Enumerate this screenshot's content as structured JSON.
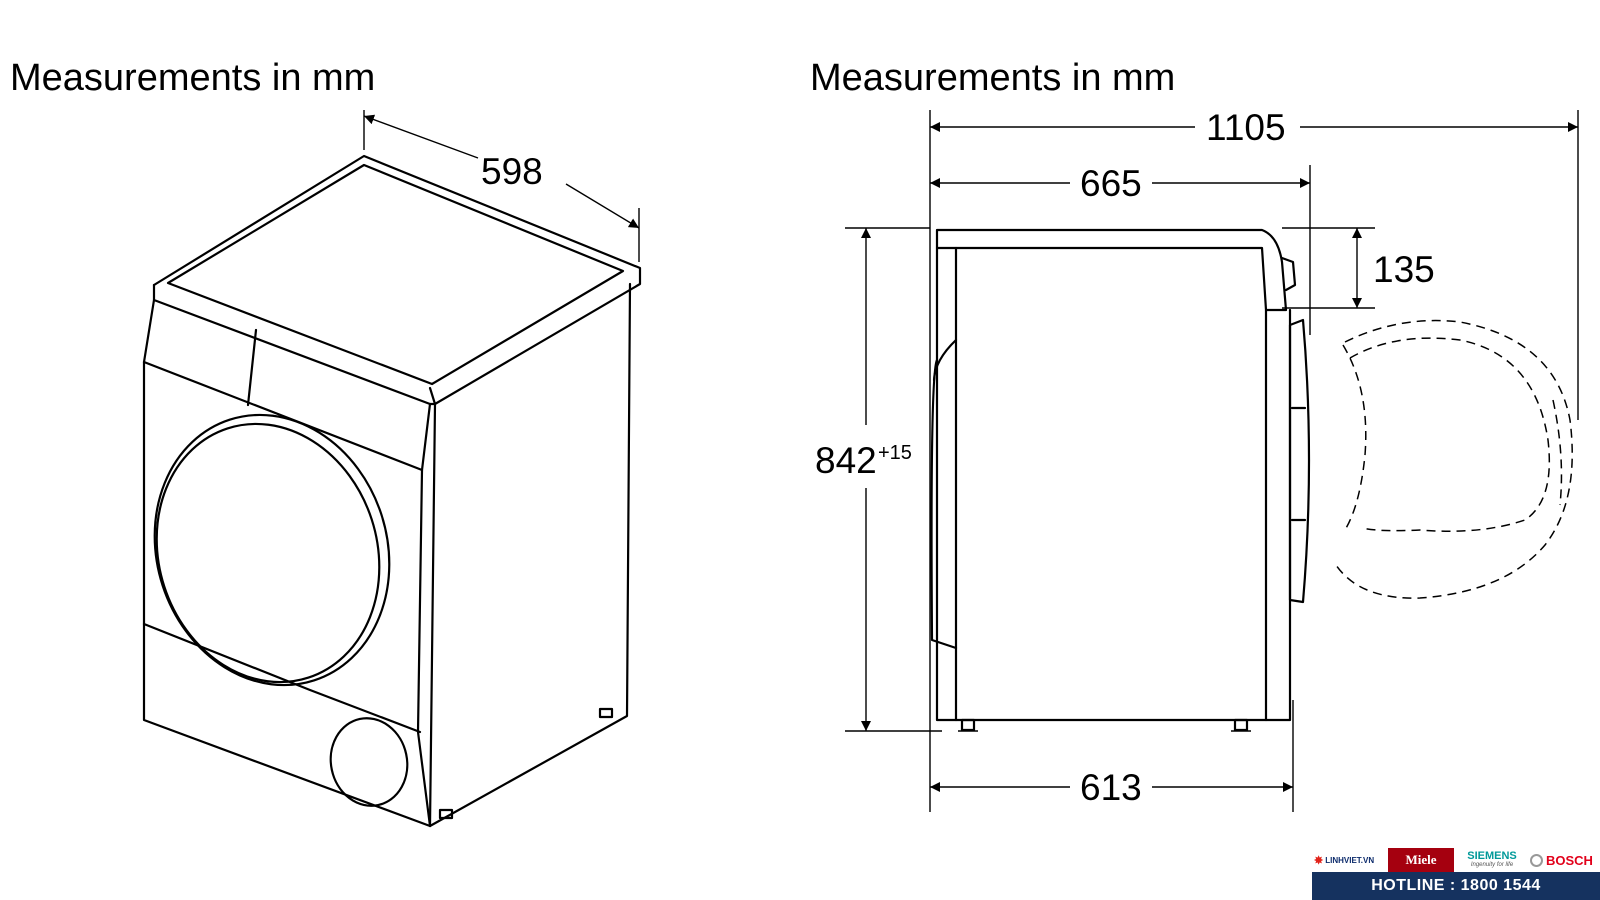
{
  "left_view": {
    "title": "Measurements in mm",
    "width_label": "598"
  },
  "right_view": {
    "title": "Measurements in mm",
    "depth_door_open_label": "1105",
    "depth_label": "665",
    "panel_height_label": "135",
    "height_label": "842",
    "height_tolerance_label": "+15",
    "base_depth_label": "613"
  },
  "banner": {
    "logos": {
      "linhviet": "LINHVIET.VN",
      "miele": "Miele",
      "siemens": "SIEMENS",
      "siemens_tagline": "Ingenuity for life",
      "bosch": "BOSCH"
    },
    "hotline": "HOTLINE : 1800 1544",
    "colors": {
      "hotline_bg": "#15325f",
      "miele_red": "#a5000f",
      "siemens_teal": "#009999",
      "bosch_red": "#e2001a"
    }
  }
}
